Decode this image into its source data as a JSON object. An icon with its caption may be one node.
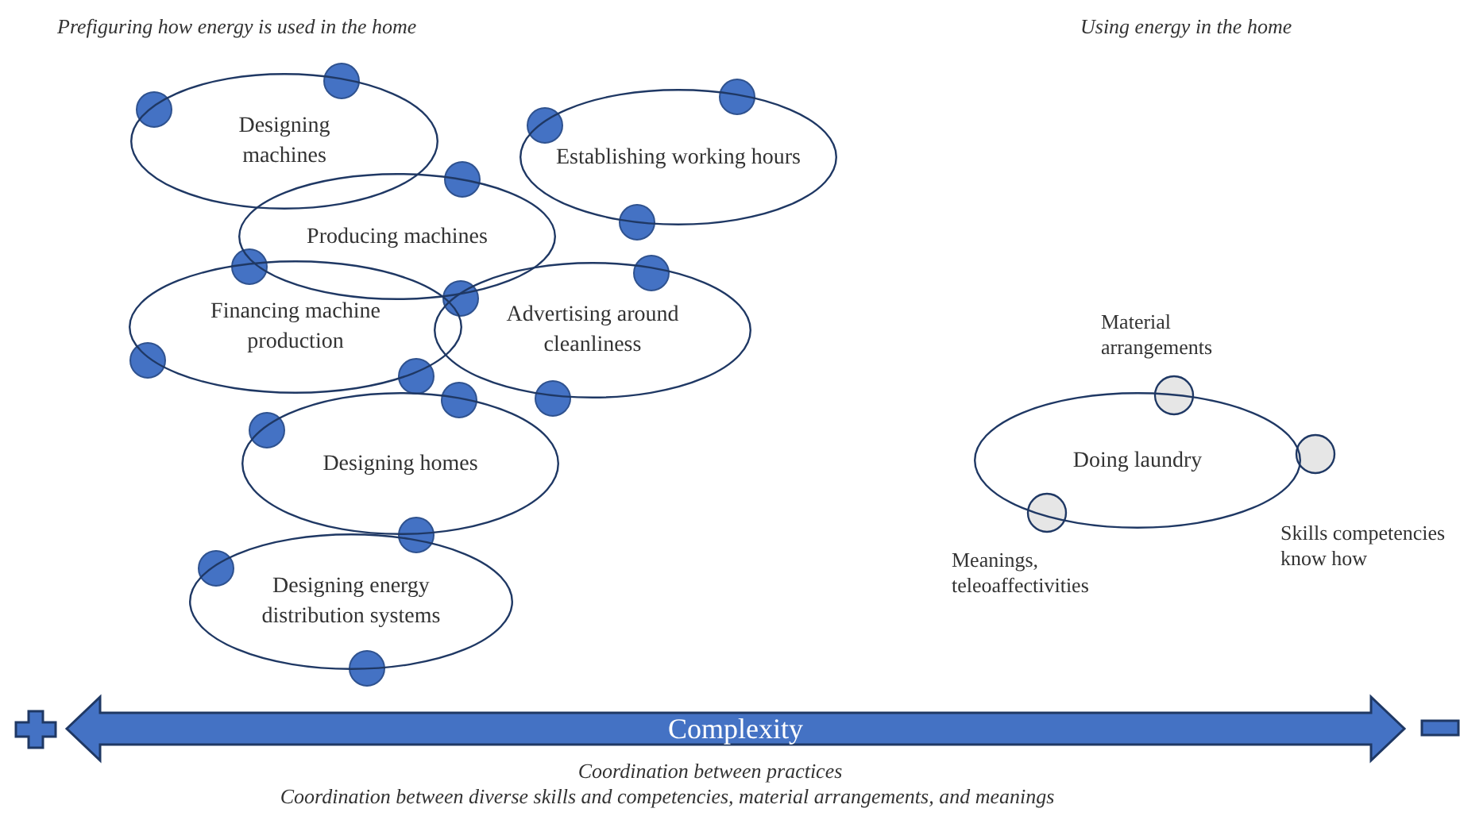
{
  "diagram": {
    "nodes": [
      {
        "text": [
          "Designing machines"
        ]
      },
      {
        "text": [
          "Establishing working hours"
        ]
      },
      {
        "text": [
          "Producing machines"
        ]
      },
      {
        "text": [
          "Financing machine production"
        ]
      },
      {
        "text": [
          "Advertising around cleanliness"
        ]
      },
      {
        "text": [
          "Designing homes"
        ]
      },
      {
        "text": [
          "Designing energy distribution systems"
        ]
      },
      {
        "text": [
          "Doing laundry"
        ]
      },
      {
        "text": [
          "Complexity"
        ]
      }
    ],
    "labels": [
      "Prefiguring how energy is used in the home",
      "Using energy in the home",
      "Material arrangements",
      "Meanings, teleoaffectivities",
      "Skills competencies know how",
      "Coordination between practices",
      "Coordination between diverse skills and competencies, material arrangements, and meanings"
    ]
  }
}
